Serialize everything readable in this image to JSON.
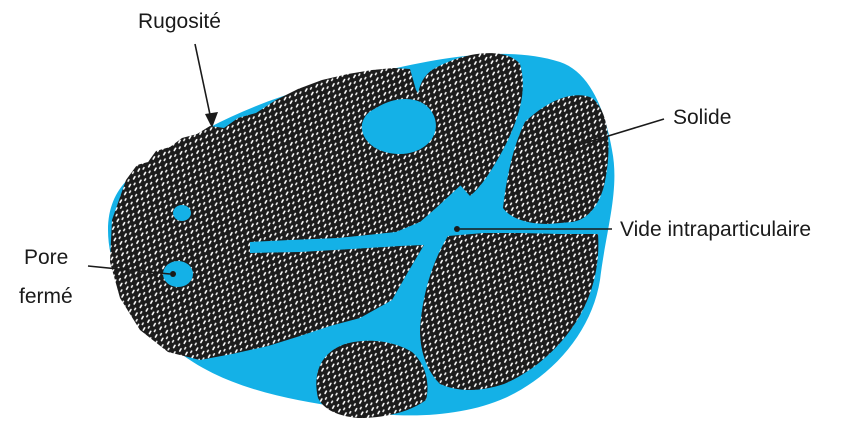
{
  "labels": {
    "roughness": "Rugosité",
    "solid": "Solide",
    "intraparticle_void": "Vide intraparticulaire",
    "closed_pore_line1": "Pore",
    "closed_pore_line2": "fermé"
  },
  "colors": {
    "void": "#14b1e7",
    "solid_background": "#1c1c1c",
    "solid_hatch": "#ffffff",
    "text": "#1a1a1a"
  }
}
